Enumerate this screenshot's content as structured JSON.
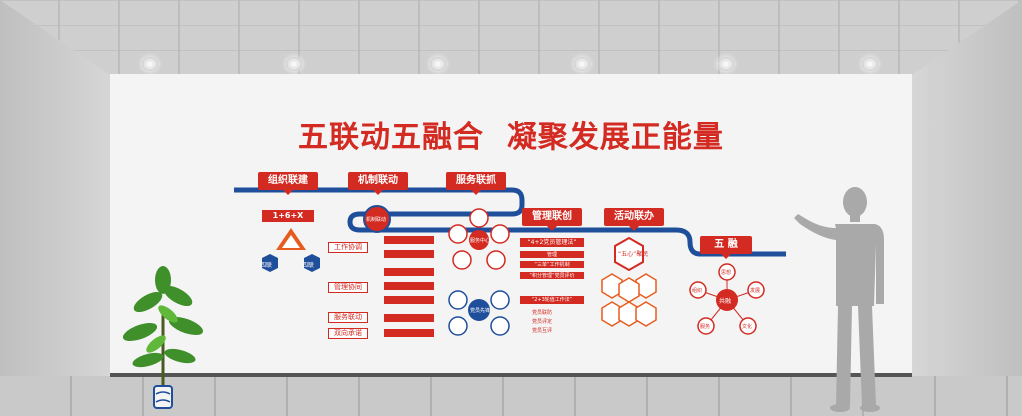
{
  "title": "五联动五融合  凝聚发展正能量",
  "tags": {
    "org": "组织联建",
    "mech": "机制联动",
    "service": "服务联抓",
    "manage": "管理联创",
    "activity": "活动联办",
    "fusion": "五 融"
  },
  "formula": "1+6+X",
  "hexes": [
    "四联",
    "四联"
  ],
  "mech_center": "机制联动",
  "left_labels": [
    "工作协调",
    "管理协同",
    "服务联动",
    "双向承诺"
  ],
  "service_center_top": "服务中心",
  "service_center_bottom": "党员先锋",
  "manage_items": [
    "“4+2党员管理法”",
    "管理",
    "“三单”工作机制",
    "“积分管理”党员评价",
    "“2+3轮值工作法”",
    "党员联防",
    "党员评定",
    "党员互评"
  ],
  "five_hearts": "“五心”聚民",
  "fusion_center": "共融",
  "fusion_nodes": [
    "思想",
    "组织",
    "发展",
    "服务",
    "文化"
  ],
  "colors": {
    "brand_red": "#d32a22",
    "brand_blue": "#1f4e9a"
  }
}
